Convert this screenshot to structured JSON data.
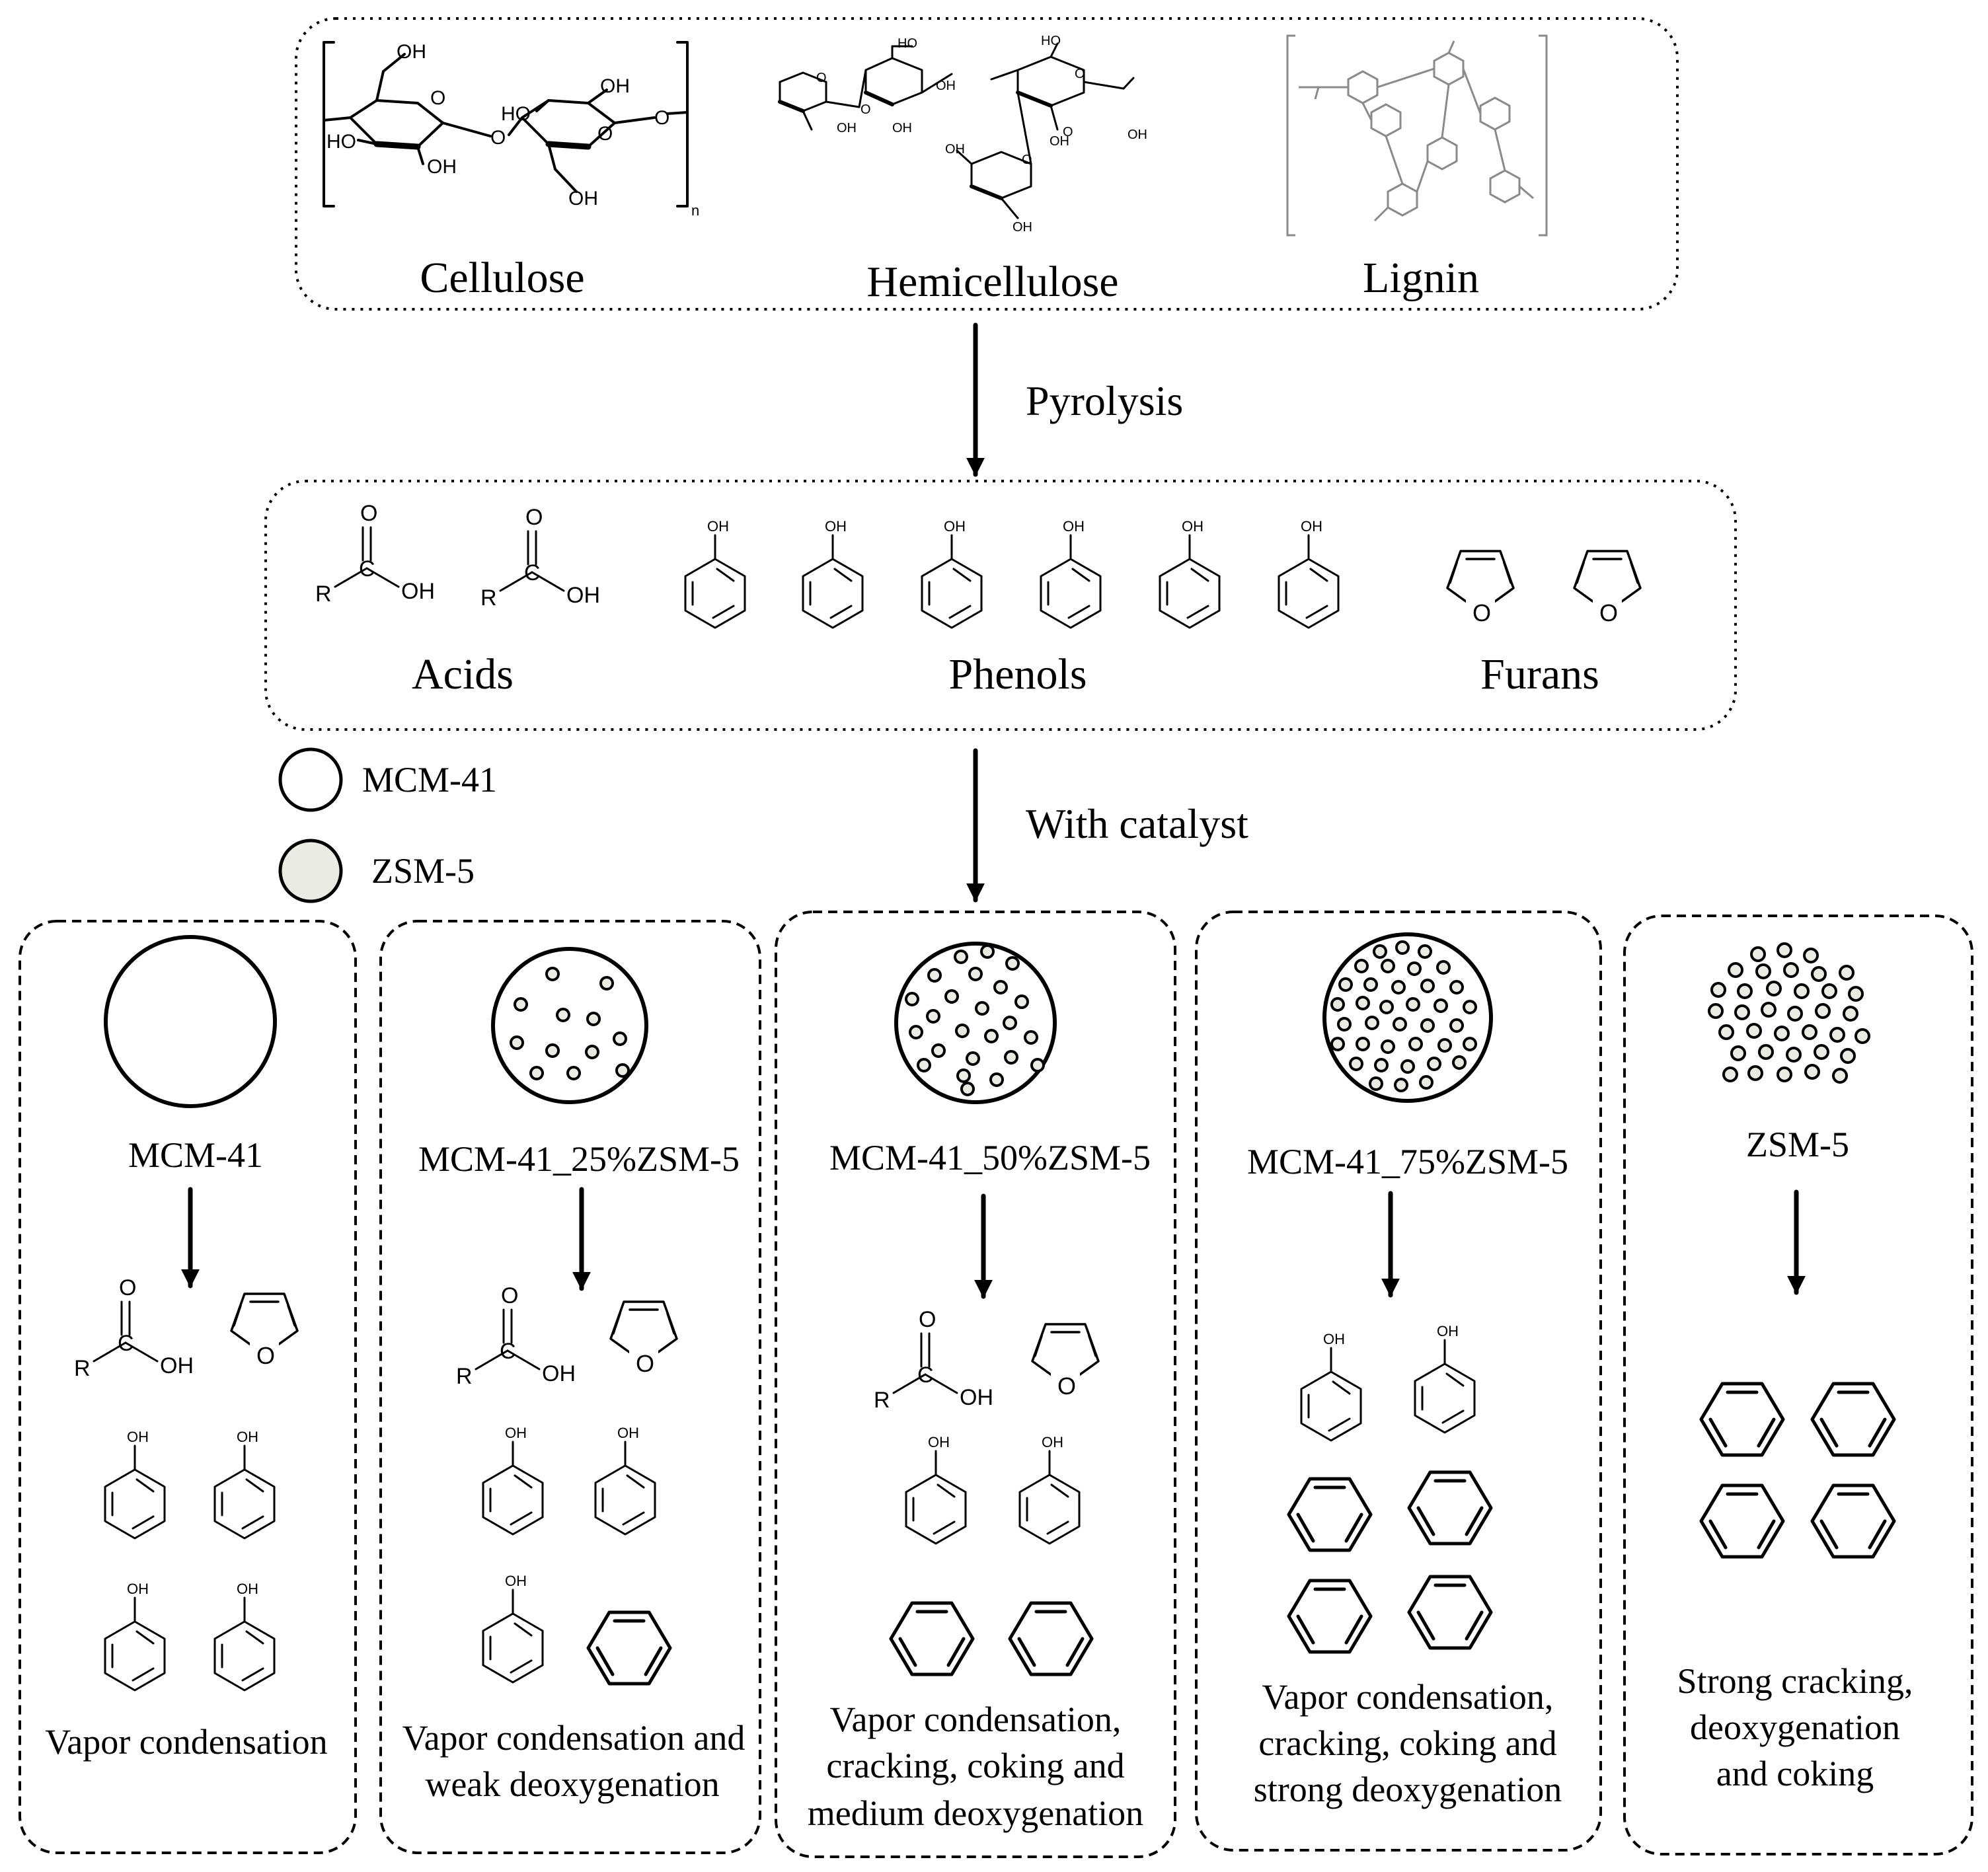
{
  "sources": {
    "labels": [
      "Cellulose",
      "Hemicellulose",
      "Lignin"
    ],
    "cellulose_oh": [
      "OH",
      "HO",
      "OH",
      "HO",
      "OH",
      "OH"
    ],
    "cellulose_o": [
      "O",
      "O",
      "O",
      "O"
    ],
    "cellulose_n": "n",
    "hemi_oh": [
      "HO",
      "OH",
      "OH",
      "HO",
      "OH",
      "OH",
      "OH",
      "OH",
      "OH"
    ],
    "hemi_o": [
      "O",
      "O",
      "O",
      "O",
      "O"
    ]
  },
  "steps": {
    "pyrolysis": "Pyrolysis",
    "with_catalyst": "With catalyst"
  },
  "products": {
    "groups": [
      "Acids",
      "Phenols",
      "Furans"
    ]
  },
  "chem": {
    "acid_r": "R",
    "acid_c": "C",
    "acid_o": "O",
    "acid_oh": "OH",
    "phenol_oh": "OH",
    "furan_o": "O"
  },
  "legend": [
    {
      "label": "MCM-41",
      "fill": "#ffffff"
    },
    {
      "label": "ZSM-5",
      "fill": "#ebebe3"
    }
  ],
  "catalysts": [
    {
      "name": "MCM-41",
      "result": [
        "Vapor condensation"
      ]
    },
    {
      "name": "MCM-41_25%ZSM-5",
      "result": [
        "Vapor condensation and",
        "weak deoxygenation"
      ]
    },
    {
      "name": "MCM-41_50%ZSM-5",
      "result": [
        "Vapor condensation,",
        "cracking, coking and",
        "medium deoxygenation"
      ]
    },
    {
      "name": "MCM-41_75%ZSM-5",
      "result": [
        "Vapor condensation,",
        "cracking, coking and",
        "strong deoxygenation"
      ]
    },
    {
      "name": "ZSM-5",
      "result": [
        "Strong cracking,",
        "deoxygenation",
        "and coking"
      ]
    }
  ]
}
